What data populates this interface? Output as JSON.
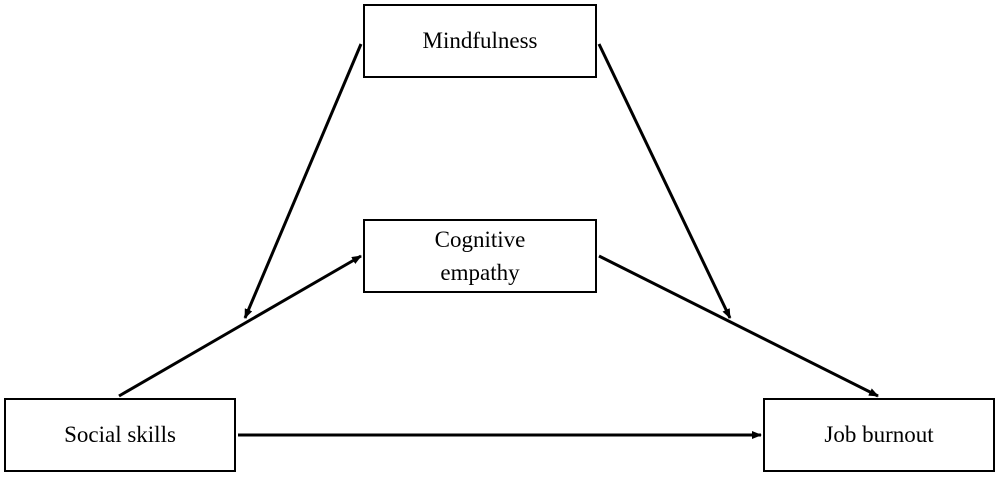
{
  "diagram": {
    "nodes": {
      "mindfulness": {
        "label": "Mindfulness"
      },
      "cognitive_empathy": {
        "label_line1": "Cognitive",
        "label_line2": "empathy"
      },
      "social_skills": {
        "label": "Social skills"
      },
      "job_burnout": {
        "label": "Job burnout"
      }
    },
    "edges": [
      {
        "from": "Mindfulness",
        "to": "Social skills → Cognitive empathy path"
      },
      {
        "from": "Mindfulness",
        "to": "Cognitive empathy → Job burnout path"
      },
      {
        "from": "Social skills",
        "to": "Cognitive empathy"
      },
      {
        "from": "Cognitive empathy",
        "to": "Job burnout"
      },
      {
        "from": "Social skills",
        "to": "Job burnout"
      }
    ],
    "colors": {
      "stroke": "#000000",
      "background": "#ffffff"
    }
  }
}
